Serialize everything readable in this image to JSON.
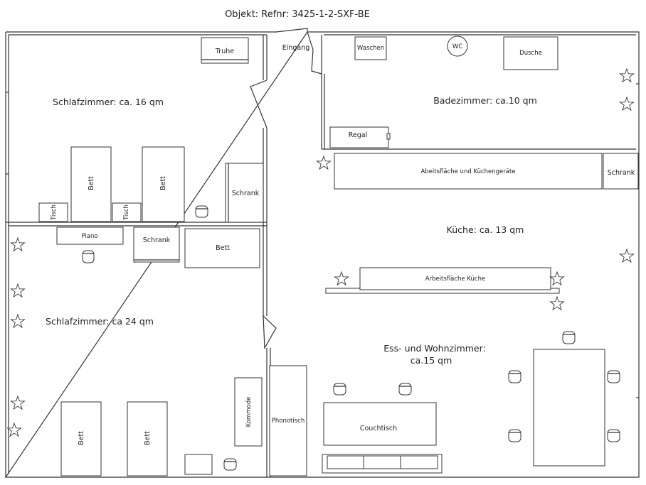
{
  "title": "Objekt: Refnr: 3425-1-2-SXF-BE",
  "rooms": {
    "schlaf16": "Schlafzimmer: ca. 16 qm",
    "schlaf24": "Schlafzimmer: ca 24 qm",
    "bad": "Badezimmer: ca.10 qm",
    "kueche": "Küche: ca. 13 qm",
    "ess_line1": "Ess- und Wohnzimmer:",
    "ess_line2": "ca.15 qm"
  },
  "furniture": {
    "truhe": "Truhe",
    "eingang": "Eingang",
    "waschen": "Waschen",
    "wc": "WC",
    "dusche": "Dusche",
    "regal": "Regal",
    "abeitsflaeche": "Abeitsfläche und Küchengeräte",
    "schrank_kueche": "Schrank",
    "bett1": "Bett",
    "bett2": "Bett",
    "tisch1": "Tisch",
    "tisch2": "Tisch",
    "schrank_schlaf16": "Schrank",
    "piano": "Piano",
    "schrank_schlaf24": "Schrank",
    "bett3": "Bett",
    "arbeitsflaeche_kueche": "Arbeitsfläche Küche",
    "kommode": "Kommode",
    "phonotisch": "Phonotisch",
    "couchtisch": "Couchtisch",
    "bett4": "Bett",
    "bett5": "Bett"
  }
}
